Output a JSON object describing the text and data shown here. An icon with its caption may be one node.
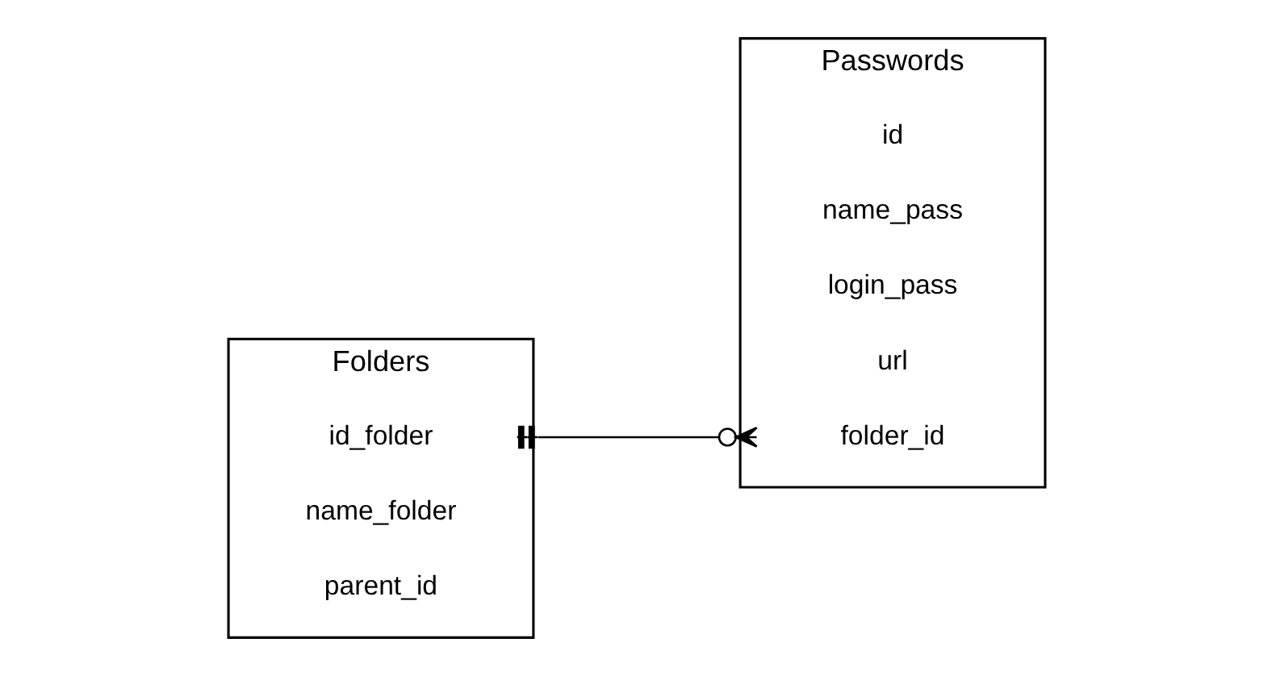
{
  "diagram": {
    "nodes": [
      {
        "text": [
          "Folders"
        ]
      },
      {
        "text": [
          "id_folder"
        ],
        "in": 0
      },
      {
        "text": [
          "name_folder"
        ],
        "in": 0
      },
      {
        "text": [
          "parent_id"
        ],
        "in": 0
      },
      {
        "text": [
          "Passwords"
        ]
      },
      {
        "text": [
          "id"
        ],
        "in": 4
      },
      {
        "text": [
          "name_pass"
        ],
        "in": 4
      },
      {
        "text": [
          "login_pass"
        ],
        "in": 4
      },
      {
        "text": [
          "url"
        ],
        "in": 4
      },
      {
        "text": [
          "folder_id"
        ],
        "in": 4
      }
    ],
    "edges": [
      {
        "from": 1,
        "to": 9,
        "arrow": "other"
      }
    ]
  }
}
